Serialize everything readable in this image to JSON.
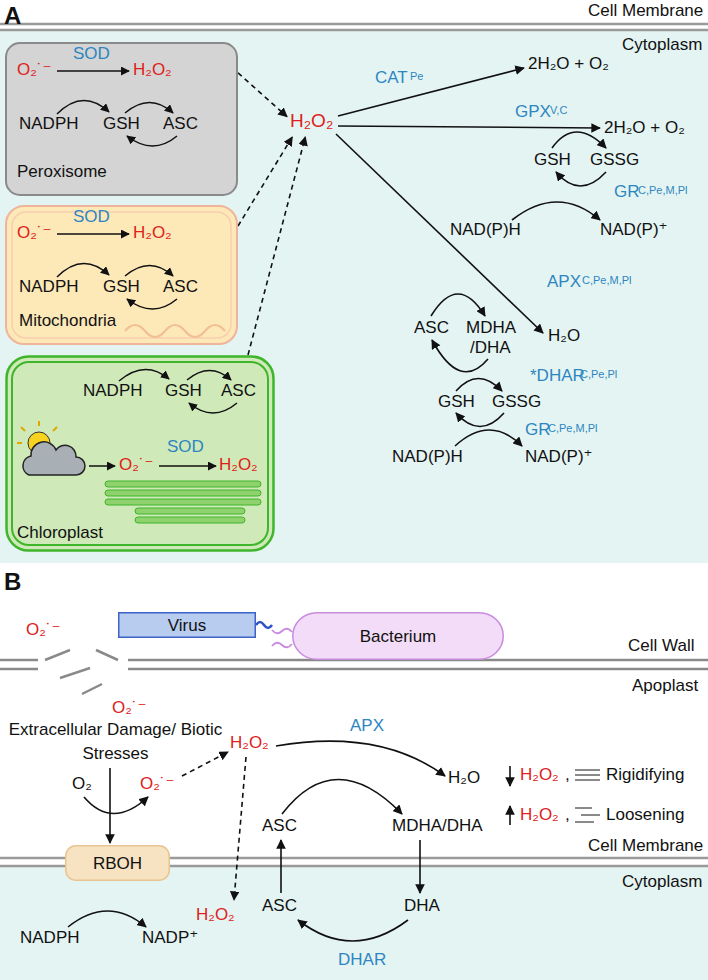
{
  "diagram": {
    "nodes": [
      {
        "text": [
          "O₂˙⁻",
          "SOD",
          "H₂O₂",
          "NADPH",
          "GSH",
          "ASC",
          "Peroxisome"
        ]
      },
      {
        "text": [
          "O₂˙⁻",
          "SOD",
          "H₂O₂",
          "NADPH",
          "GSH",
          "ASC",
          "Mitochondria"
        ]
      },
      {
        "text": [
          "NADPH",
          "GSH",
          "ASC",
          "O₂˙⁻",
          "SOD",
          "H₂O₂",
          "Chloroplast"
        ]
      },
      {
        "text": [
          "H₂O₂"
        ]
      },
      {
        "text": [
          "Virus"
        ]
      },
      {
        "text": [
          "Bacterium"
        ]
      },
      {
        "text": [
          "RBOH"
        ]
      }
    ],
    "edges": [
      {
        "from": 0,
        "to": 3,
        "arrow": "to"
      },
      {
        "from": 1,
        "to": 3,
        "arrow": "to"
      },
      {
        "from": 2,
        "to": 3,
        "arrow": "to"
      }
    ],
    "labels": [
      "A",
      "Cell Membrane",
      "Cytoplasm",
      "CAT",
      "Pe",
      "2H₂O + O₂",
      "GPX",
      "V,C",
      "2H₂O + O₂",
      "GSH",
      "GSSG",
      "GR",
      "C,Pe,M,Pl",
      "NAD(P)H",
      "NAD(P)⁺",
      "APX",
      "C,Pe,M,Pl",
      "H₂O",
      "ASC",
      "MDHA",
      "/DHA",
      "*DHAR",
      "C,Pe,Pl",
      "GSH",
      "GSSG",
      "GR",
      "C,Pe,M,Pl",
      "NAD(P)H",
      "NAD(P)⁺",
      "B",
      "Cell Wall",
      "Apoplast",
      "O₂˙⁻",
      "O₂˙⁻",
      "Extracellular Damage/ Biotic Stresses",
      "O₂",
      "O₂˙⁻",
      "H₂O₂",
      "APX",
      "H₂O",
      "ASC",
      "MDHA/DHA",
      "H₂O₂",
      ",",
      "Rigidifying",
      "H₂O₂",
      ",",
      "Loosening",
      "Cell Membrane",
      "Cytoplasm",
      "NADPH",
      "NADP⁺",
      "ASC",
      "DHA",
      "DHAR",
      "H₂O₂"
    ]
  }
}
